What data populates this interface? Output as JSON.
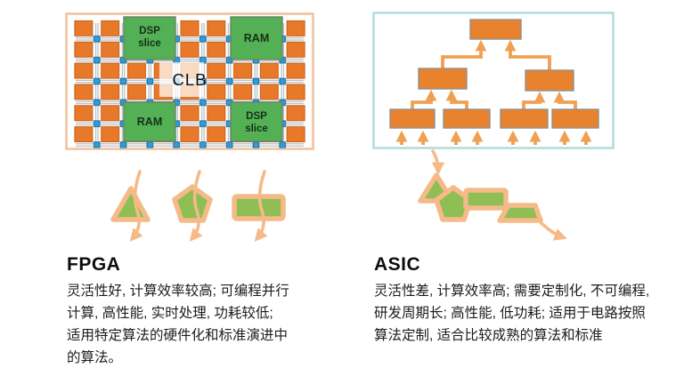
{
  "fpga": {
    "heading": "FPGA",
    "lines": [
      "灵活性好, 计算效率较高; 可编程并行",
      "计算, 高性能, 实时处理, 功耗较低;",
      "适用特定算法的硬件化和标准演进中",
      "的算法。"
    ],
    "diagram": {
      "dsp_line1": "DSP",
      "dsp_line2": "slice",
      "ram": "RAM",
      "clb": "CLB"
    }
  },
  "asic": {
    "heading": "ASIC",
    "lines": [
      "灵活性差, 计算效率高; 需要定制化, 不可编程,",
      "研发周期长; 高性能, 低功耗; 适用于电路按照",
      "算法定制, 适合比较成熟的算法和标准"
    ]
  },
  "colors": {
    "logic_cell_orange": "#E8792A",
    "tree_block_orange": "#E8822D",
    "block_green": "#54B054",
    "connector_blue": "#2E9CD5",
    "routing_gray": "#ABADAF",
    "fpga_border_peach": "#F0C2A0",
    "asic_border_cyan": "#AEDADD",
    "tree_arrow_orange": "#F0A052",
    "flow_arrow_peach": "#F5BA88",
    "shape_green": "#8FBE55",
    "text_black": "#111111"
  }
}
